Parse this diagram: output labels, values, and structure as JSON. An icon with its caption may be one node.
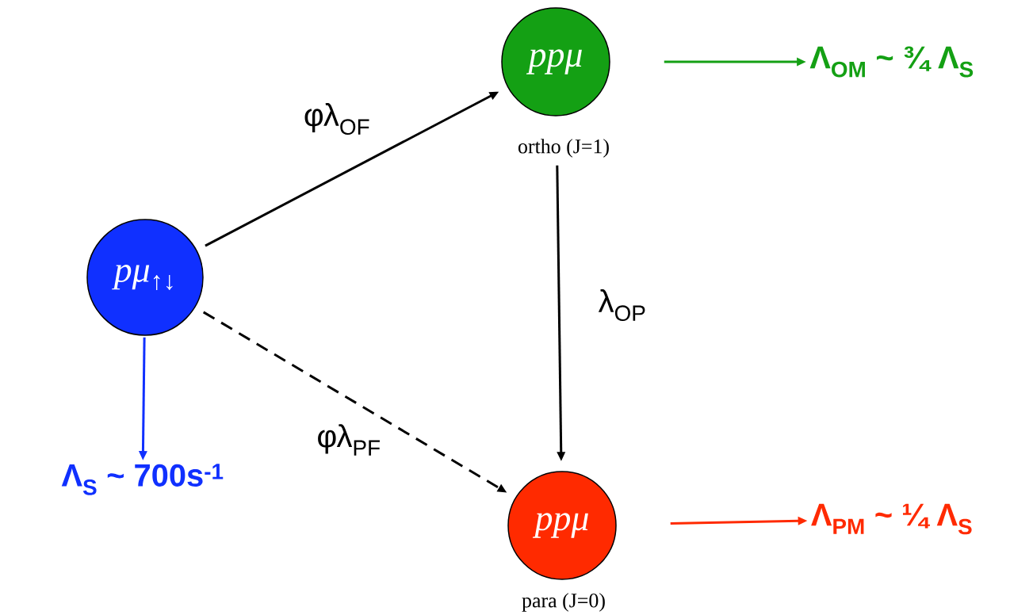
{
  "diagram": {
    "nodes": [
      {
        "text": [
          "*pμ*$_{↑↓}$"
        ]
      },
      {
        "text": [
          "*ppμ*"
        ],
        "beside": [
          "ortho (J=1)"
        ]
      },
      {
        "text": [
          "*ppμ*"
        ],
        "beside": [
          "para (J=0)"
        ]
      },
      {
        "text": [
          "Λ$_{OM}$ ~ ¾ Λ$_{S}$"
        ]
      },
      {
        "text": [
          "Λ$_{PM}$ ~ ¼ Λ$_{S}$"
        ]
      },
      {
        "text": [
          "Λ$_{S}$ ~ 700s$^{-1}$"
        ]
      }
    ],
    "edges": [
      {
        "from": 0,
        "to": 1,
        "arrow": "to",
        "label": "φλ$_{OF}$"
      },
      {
        "from": 0,
        "to": 2,
        "arrow": "to",
        "label": "φλ$_{PF}$",
        "style": "dashed"
      },
      {
        "from": 1,
        "to": 2,
        "arrow": "to",
        "label": "λ$_{OP}$"
      },
      {
        "from": 1,
        "to": 3,
        "arrow": "to",
        "color": "#14a014"
      },
      {
        "from": 2,
        "to": 4,
        "arrow": "to",
        "color": "#ff2a00"
      },
      {
        "from": 0,
        "to": 5,
        "arrow": "to",
        "color": "#1030ff"
      }
    ]
  }
}
